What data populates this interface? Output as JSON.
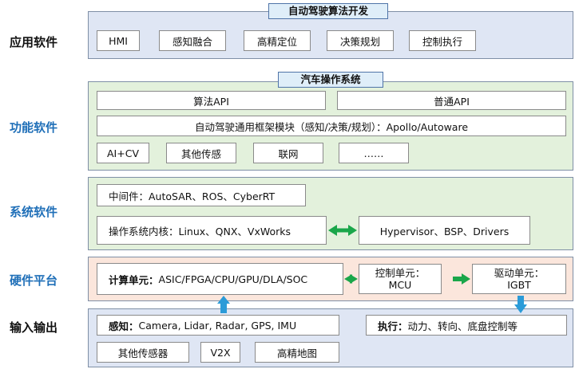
{
  "rows": {
    "app_label": "应用软件",
    "func_label": "功能软件",
    "sys_label": "系统软件",
    "hw_label": "硬件平台",
    "io_label": "输入输出"
  },
  "app": {
    "title": "自动驾驶算法开发",
    "items": [
      "HMI",
      "感知融合",
      "高精定位",
      "决策规划",
      "控制执行"
    ]
  },
  "func": {
    "title": "汽车操作系统",
    "api1": "算法API",
    "api2": "普通API",
    "framework": "自动驾驶通用框架模块（感知/决策/规划）：Apollo/Autoware",
    "items": [
      "AI+CV",
      "其他传感",
      "联网",
      "……"
    ]
  },
  "sys": {
    "middleware": "中间件：AutoSAR、ROS、CyberRT",
    "kernel": "操作系统内核：Linux、QNX、VxWorks",
    "hypervisor": "Hypervisor、BSP、Drivers"
  },
  "hw": {
    "compute_bold": "计算单元：",
    "compute_rest": "ASIC/FPGA/CPU/GPU/DLA/SOC",
    "control_line1": "控制单元：",
    "control_line2": "MCU",
    "drive_line1": "驱动单元：",
    "drive_line2": "IGBT"
  },
  "io": {
    "sense_bold": "感知：",
    "sense_rest": "Camera, Lidar, Radar, GPS, IMU",
    "exec_bold": "执行：",
    "exec_rest": "动力、转向、底盘控制等",
    "items": [
      "其他传感器",
      "V2X",
      "高精地图"
    ]
  },
  "colors": {
    "arrow_green": "#1aa64a",
    "arrow_blue": "#2b9bd8",
    "accent_blue_text": "#1f6fb8"
  }
}
